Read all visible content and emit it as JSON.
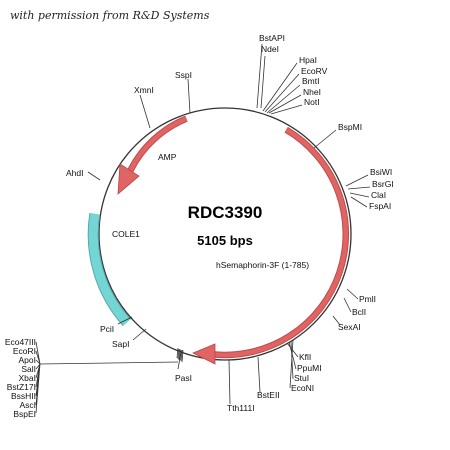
{
  "attribution": "with permission from R&D Systems",
  "plasmid": {
    "name": "RDC3390",
    "size_label": "5105 bps"
  },
  "features": [
    {
      "name": "AMP",
      "color": "#e06464"
    },
    {
      "name": "hSemaphorin-3F (1-785)",
      "color": "#e06464"
    },
    {
      "name": "COLE1",
      "color": "#6dd3d3"
    }
  ],
  "restriction_sites": [
    "BstAPI",
    "NdeI",
    "HpaI",
    "EcoRV",
    "BmtI",
    "NheI",
    "NotI",
    "BspMI",
    "BsiWI",
    "BsrGI",
    "ClaI",
    "FspAI",
    "PmlI",
    "BclI",
    "SexAI",
    "KflI",
    "PpuMI",
    "StuI",
    "EcoNI",
    "BstEII",
    "Tth111I",
    "PasI",
    "SapI",
    "PciI",
    "Eco47III",
    "EcoRI",
    "ApoI",
    "SalI",
    "XbaI",
    "BstZ17I",
    "BssHII",
    "AscI",
    "BspEI",
    "AhdI",
    "XmnI",
    "SspI"
  ]
}
